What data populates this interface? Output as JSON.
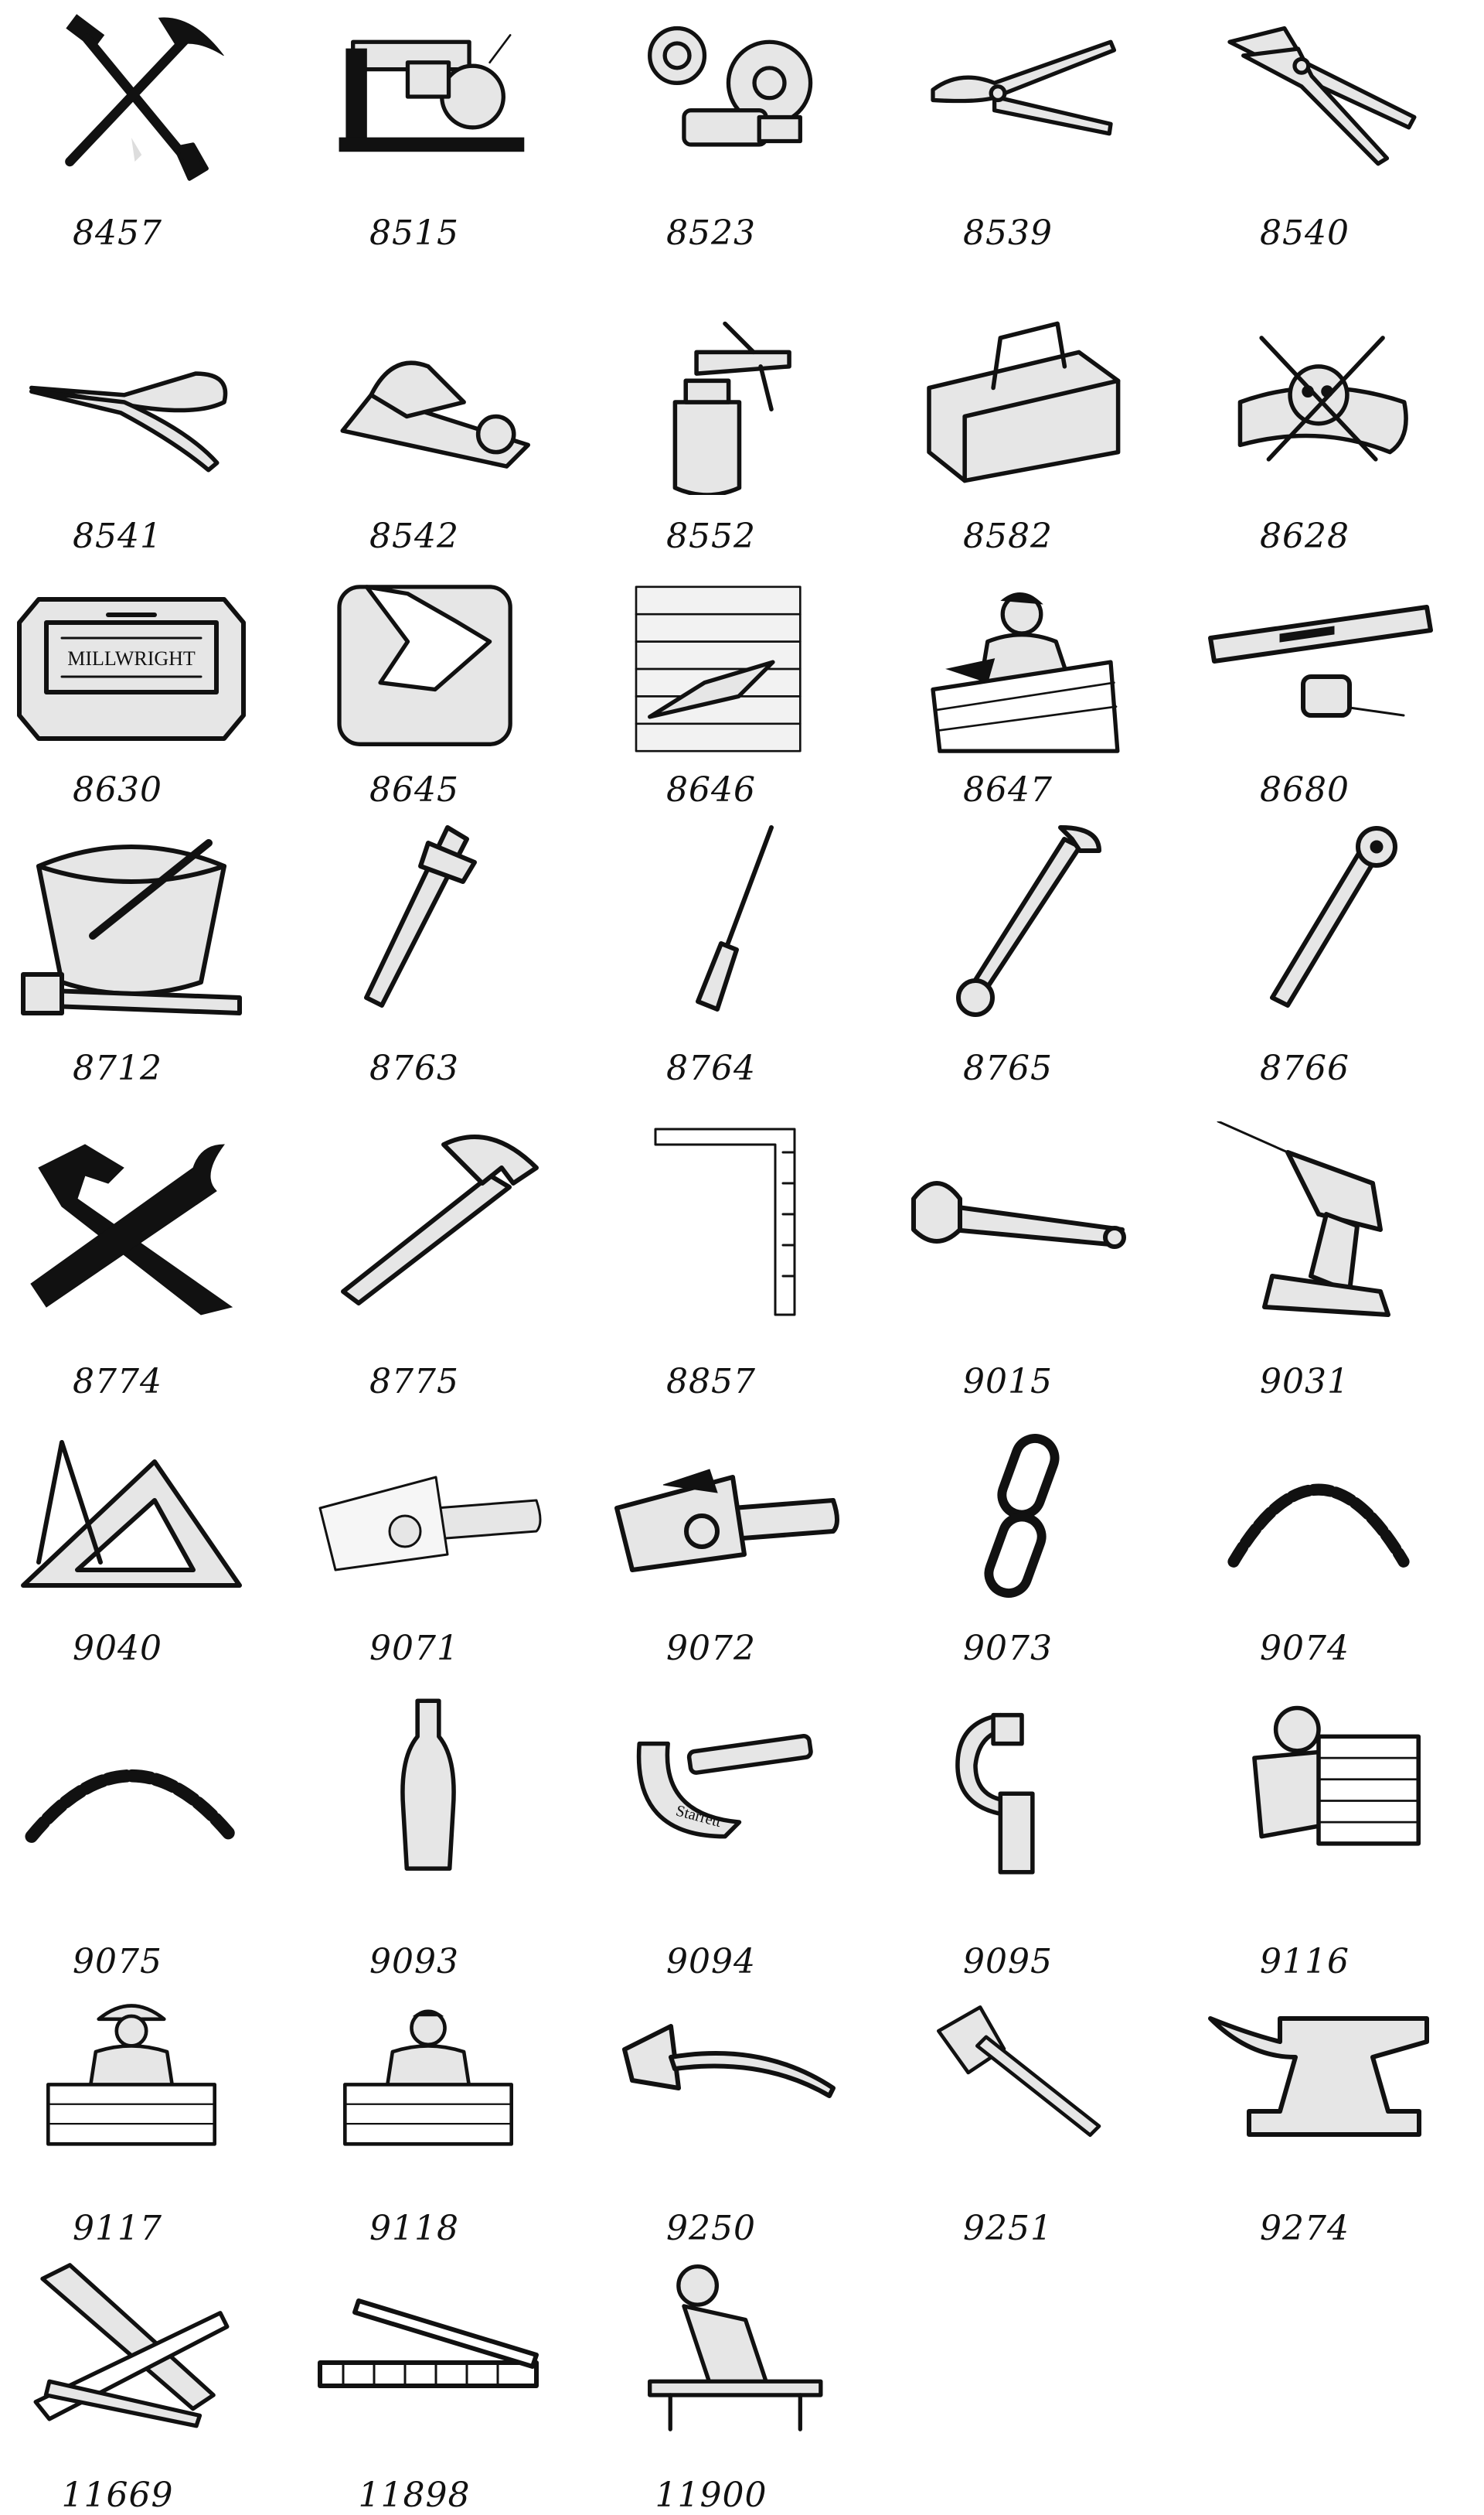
{
  "items": [
    {
      "id": "8457",
      "icon": "crossed-pick-shovel-icon"
    },
    {
      "id": "8515",
      "icon": "radial-arm-saw-icon"
    },
    {
      "id": "8523",
      "icon": "power-tools-icon"
    },
    {
      "id": "8539",
      "icon": "slip-joint-pliers-icon"
    },
    {
      "id": "8540",
      "icon": "lineman-pliers-icon"
    },
    {
      "id": "8541",
      "icon": "needle-nose-pliers-icon"
    },
    {
      "id": "8542",
      "icon": "hand-plane-icon"
    },
    {
      "id": "8552",
      "icon": "paint-spray-gun-icon"
    },
    {
      "id": "8582",
      "icon": "toolbox-icon"
    },
    {
      "id": "8628",
      "icon": "miner-skull-emblem-icon"
    },
    {
      "id": "8630",
      "icon": "millwright-badge-icon"
    },
    {
      "id": "8645",
      "icon": "trowel-hand-icon"
    },
    {
      "id": "8646",
      "icon": "bricks-trowel-level-icon"
    },
    {
      "id": "8647",
      "icon": "bricklayer-icon"
    },
    {
      "id": "8680",
      "icon": "level-tape-measure-icon"
    },
    {
      "id": "8712",
      "icon": "bucket-trowel-icon"
    },
    {
      "id": "8763",
      "icon": "pipe-wrench-icon"
    },
    {
      "id": "8764",
      "icon": "screwdriver-icon"
    },
    {
      "id": "8765",
      "icon": "combination-wrench-icon"
    },
    {
      "id": "8766",
      "icon": "box-wrench-icon"
    },
    {
      "id": "8774",
      "icon": "crossed-hammer-wrench-icon"
    },
    {
      "id": "8775",
      "icon": "claw-hammer-icon"
    },
    {
      "id": "8857",
      "icon": "framing-square-icon"
    },
    {
      "id": "9015",
      "icon": "adjustable-wrench-icon"
    },
    {
      "id": "9031",
      "icon": "cordless-drill-icon"
    },
    {
      "id": "9040",
      "icon": "compass-triangle-icon"
    },
    {
      "id": "9071",
      "icon": "chainsaw-outline-icon"
    },
    {
      "id": "9072",
      "icon": "chainsaw-bold-icon"
    },
    {
      "id": "9073",
      "icon": "chain-links-icon"
    },
    {
      "id": "9074",
      "icon": "hanging-chain-icon"
    },
    {
      "id": "9075",
      "icon": "hanging-chain-short-icon"
    },
    {
      "id": "9093",
      "icon": "plumb-bob-icon"
    },
    {
      "id": "9094",
      "icon": "micrometer-icon",
      "label": "Starrett"
    },
    {
      "id": "9095",
      "icon": "c-micrometer-icon"
    },
    {
      "id": "9116",
      "icon": "mason-at-wall-icon"
    },
    {
      "id": "9117",
      "icon": "mason-cowboy-hat-icon"
    },
    {
      "id": "9118",
      "icon": "mason-worker-icon"
    },
    {
      "id": "9250",
      "icon": "axe-icon"
    },
    {
      "id": "9251",
      "icon": "hatchet-icon"
    },
    {
      "id": "9274",
      "icon": "anvil-icon"
    },
    {
      "id": "11669",
      "icon": "saw-square-hammer-icon"
    },
    {
      "id": "11898",
      "icon": "folding-rule-icon"
    },
    {
      "id": "11900",
      "icon": "carpenter-at-bench-icon"
    }
  ],
  "badge_text": "MILLWRIGHT"
}
